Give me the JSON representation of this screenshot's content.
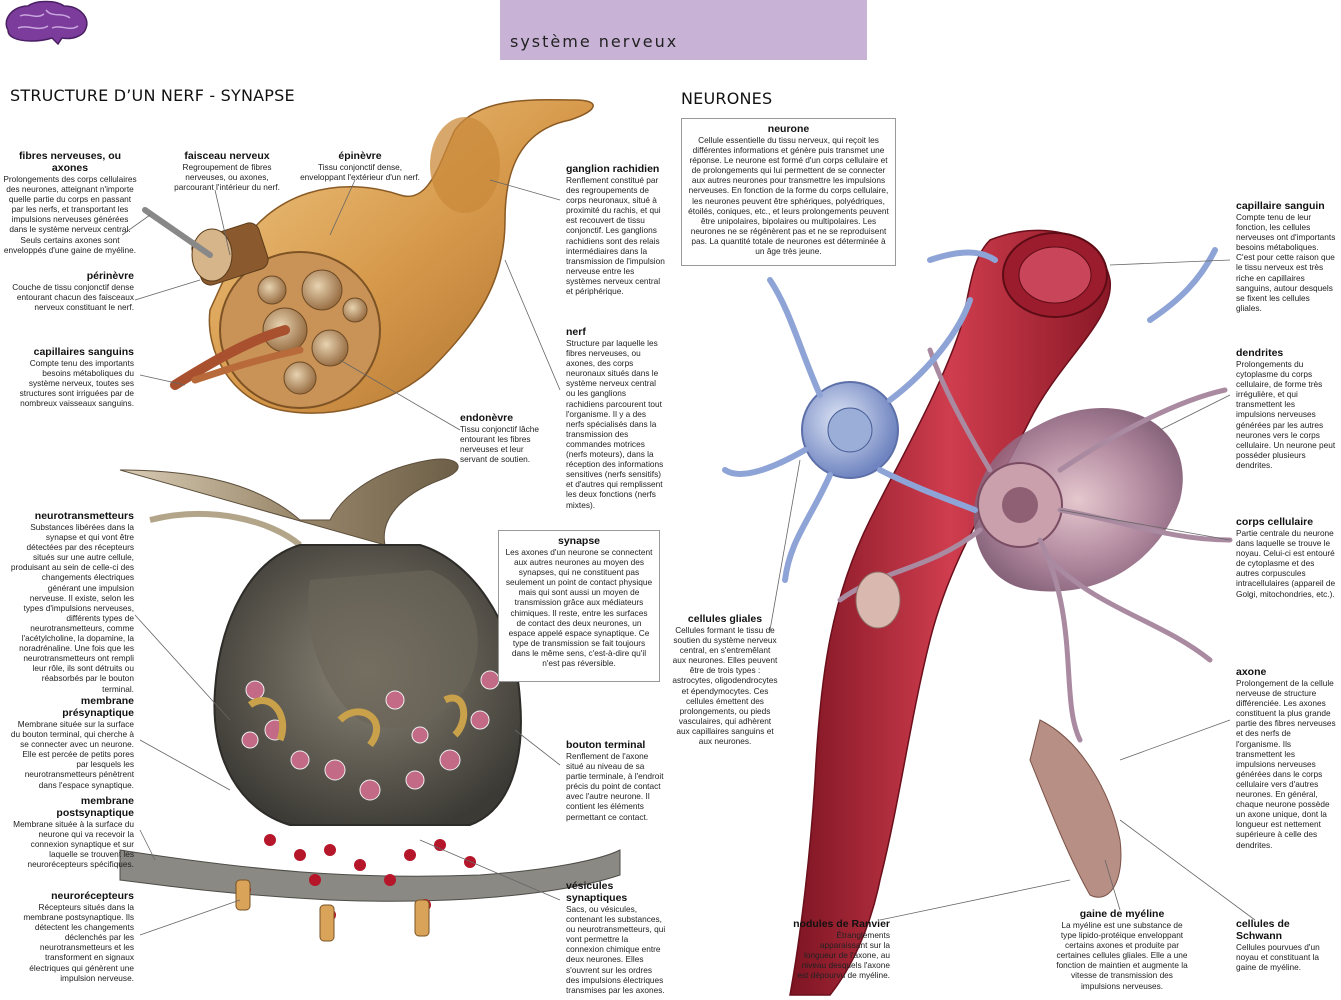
{
  "header": {
    "title": "système nerveux",
    "icon": "brain-icon"
  },
  "left_section": {
    "title": "STRUCTURE D’UN NERF - SYNAPSE"
  },
  "right_section": {
    "title": "NEURONES"
  },
  "labels": {
    "fibres": {
      "title": "fibres nerveuses, ou axones",
      "text": "Prolongements des corps cellulaires des neurones, atteignant n'importe quelle partie du corps en passant par les nerfs, et transportant les impulsions nerveuses générées dans le système nerveux central. Seuls certains axones sont enveloppés d'une gaine de myéline."
    },
    "faisceau": {
      "title": "faisceau nerveux",
      "text": "Regroupement de fibres nerveuses, ou axones, parcourant l'intérieur du nerf."
    },
    "epinevre": {
      "title": "épinèvre",
      "text": "Tissu conjonctif dense, enveloppant l'extérieur d'un nerf."
    },
    "ganglion": {
      "title": "ganglion rachidien",
      "text": "Renflement constitué par des regroupements de corps neuronaux, situé à proximité du rachis, et qui est recouvert de tissu conjonctif. Les ganglions rachidiens sont des relais intermédiaires dans la transmission de l'impulsion nerveuse entre les systèmes nerveux central et périphérique."
    },
    "perinevre": {
      "title": "périnèvre",
      "text": "Couche de tissu conjonctif dense entourant chacun des faisceaux nerveux constituant le nerf."
    },
    "capillaires_left": {
      "title": "capillaires sanguins",
      "text": "Compte tenu des importants besoins métaboliques du système nerveux, toutes ses structures sont irriguées par de nombreux vaisseaux sanguins."
    },
    "nerf": {
      "title": "nerf",
      "text": "Structure par laquelle les fibres nerveuses, ou axones, des corps neuronaux situés dans le système nerveux central ou les ganglions rachidiens parcourent tout l'organisme. Il y a des nerfs spécialisés dans la transmission des commandes motrices (nerfs moteurs), dans la réception des informations sensitives (nerfs sensitifs) et d'autres qui remplissent les deux fonctions (nerfs mixtes)."
    },
    "endonevre": {
      "title": "endonèvre",
      "text": "Tissu conjonctif lâche entourant les fibres nerveuses et leur servant de soutien."
    },
    "neurotransmetteurs": {
      "title": "neurotransmetteurs",
      "text": "Substances libérées dans la synapse et qui vont être détectées par des récepteurs situés sur une autre cellule, produisant au sein de celle-ci des changements électriques générant une impulsion nerveuse. Il existe, selon les types d'impulsions nerveuses, différents types de neurotransmetteurs, comme l'acétylcholine, la dopamine, la noradrénaline. Une fois que les neurotransmetteurs ont rempli leur rôle, ils sont détruits ou réabsorbés par le bouton terminal."
    },
    "presynaptique": {
      "title": "membrane présynaptique",
      "text": "Membrane située sur la surface du bouton terminal, qui cherche à se connecter avec un neurone. Elle est percée de petits pores par lesquels les neurotransmetteurs pénètrent dans l'espace synaptique."
    },
    "postsynaptique": {
      "title": "membrane postsynaptique",
      "text": "Membrane située à la surface du neurone qui va recevoir la connexion synaptique et sur laquelle se trouvent les neurorécepteurs spécifiques."
    },
    "neurorecepteurs": {
      "title": "neurorécepteurs",
      "text": "Récepteurs situés dans la membrane postsynaptique. Ils détectent les changements déclenchés par les neurotransmetteurs et les transforment en signaux électriques qui génèrent une impulsion nerveuse."
    },
    "synapse": {
      "title": "synapse",
      "text": "Les axones d'un neurone se connectent aux autres neurones au moyen des synapses, qui ne constituent pas seulement un point de contact physique mais qui sont aussi un moyen de transmission grâce aux médiateurs chimiques. Il reste, entre les surfaces de contact des deux neurones, un espace appelé espace synaptique. Ce type de transmission se fait toujours dans le même sens, c'est-à-dire qu'il n'est pas réversible."
    },
    "bouton": {
      "title": "bouton terminal",
      "text": "Renflement de l'axone situé au niveau de sa partie terminale, à l'endroit précis du point de contact avec l'autre neurone. Il contient les éléments permettant ce contact."
    },
    "vesicules": {
      "title": "vésicules synaptiques",
      "text": "Sacs, ou vésicules, contenant les substances, ou neurotransmetteurs, qui vont permettre la connexion chimique entre deux neurones. Elles s'ouvrent sur les ordres des impulsions électriques transmises par les axones."
    },
    "neurone": {
      "title": "neurone",
      "text": "Cellule essentielle du tissu nerveux, qui reçoit les différentes informations et génère puis transmet une réponse. Le neurone est formé d'un corps cellulaire et de prolongements qui lui permettent de se connecter aux autres neurones pour transmettre les impulsions nerveuses. En fonction de la forme du corps cellulaire, les neurones peuvent être sphériques, polyédriques, étoilés, coniques, etc., et leurs prolongements peuvent être unipolaires, bipolaires ou multipolaires. Les neurones ne se régénèrent pas et ne se reproduisent pas. La quantité totale de neurones est déterminée à un âge très jeune."
    },
    "capillaire_right": {
      "title": "capillaire sanguin",
      "text": "Compte tenu de leur fonction, les cellules nerveuses ont d'importants besoins métaboliques. C'est pour cette raison que le tissu nerveux est très riche en capillaires sanguins, autour desquels se fixent les cellules gliales."
    },
    "dendrites": {
      "title": "dendrites",
      "text": "Prolongements du cytoplasme du corps cellulaire, de forme très irrégulière, et qui transmettent les impulsions nerveuses générées par les autres neurones vers le corps cellulaire. Un neurone peut posséder plusieurs dendrites."
    },
    "corps": {
      "title": "corps cellulaire",
      "text": "Partie centrale du neurone dans laquelle se trouve le noyau. Celui-ci est entouré de cytoplasme et des autres corpuscules intracellulaires (appareil de Golgi, mitochondries, etc.)."
    },
    "gliales": {
      "title": "cellules gliales",
      "text": "Cellules formant le tissu de soutien du système nerveux central, en s'entremêlant aux neurones. Elles peuvent être de trois types : astrocytes, oligodendrocytes et épendymocytes. Ces cellules émettent des prolongements, ou pieds vasculaires, qui adhèrent aux capillaires sanguins et aux neurones."
    },
    "axone": {
      "title": "axone",
      "text": "Prolongement de la cellule nerveuse de structure différenciée. Les axones constituent la plus grande partie des fibres nerveuses et des nerfs de l'organisme. Ils transmettent les impulsions nerveuses générées dans le corps cellulaire vers d'autres neurones. En général, chaque neurone possède un axone unique, dont la longueur est nettement supérieure à celle des dendrites."
    },
    "ranvier": {
      "title": "nodules de Ranvier",
      "text": "Étranglements apparaissant sur la longueur de l'axone, au niveau desquels l'axone est dépourvu de myéline."
    },
    "myeline": {
      "title": "gaine de myéline",
      "text": "La myéline est une substance de type lipido-protéique enveloppant certains axones et produite par certaines cellules gliales. Elle a une fonction de maintien et augmente la vitesse de transmission des impulsions nerveuses."
    },
    "schwann": {
      "title": "cellules de Schwann",
      "text": "Cellules pourvues d'un noyau et constituant la gaine de myéline."
    }
  },
  "colors": {
    "header": "#c8b3d6",
    "nerve": "#d9a35a",
    "vessel": "#b8283a",
    "neuron": "#b48aa8",
    "glia": "#8fa4d6"
  }
}
